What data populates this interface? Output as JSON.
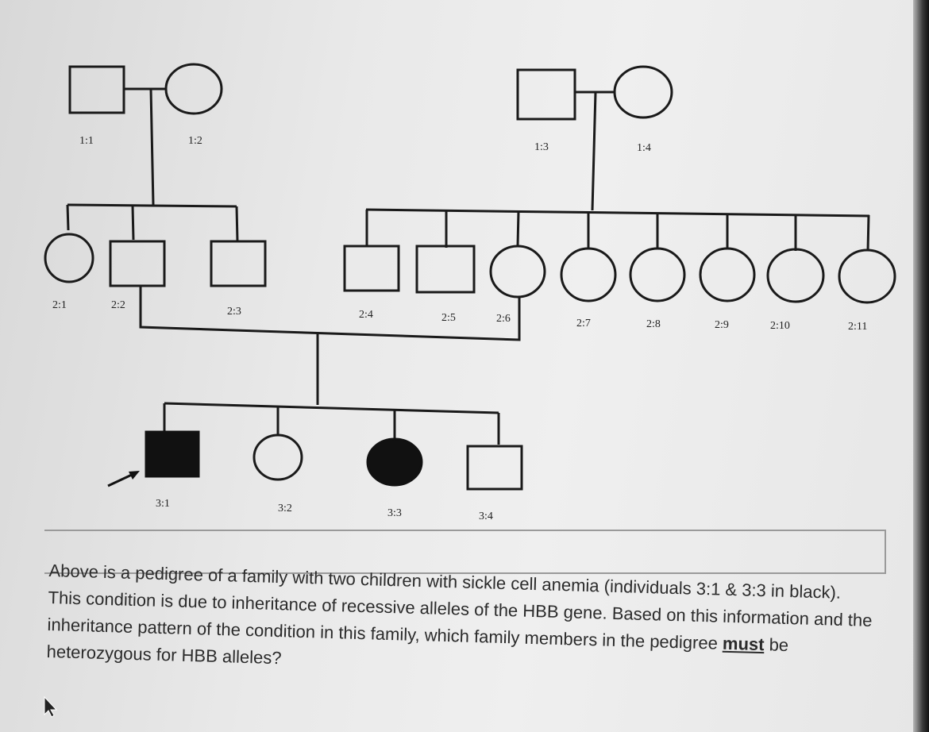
{
  "pedigree": {
    "labels": {
      "i11": "1:1",
      "i12": "1:2",
      "i13": "1:3",
      "i14": "1:4",
      "i21": "2:1",
      "i22": "2:2",
      "i23": "2:3",
      "i24": "2:4",
      "i25": "2:5",
      "i26": "2:6",
      "i27": "2:7",
      "i28": "2:8",
      "i29": "2:9",
      "i210": "2:10",
      "i211": "2:11",
      "i31": "3:1",
      "i32": "3:2",
      "i33": "3:3",
      "i34": "3:4"
    },
    "affected_color": "#111111"
  },
  "question": {
    "part1": "Above is a pedigree of a family with two children with sickle cell anemia (individuals 3:1 & 3:3 in black). This condition is due to inheritance of recessive alleles of the HBB gene. Based on this information and the inheritance pattern of the condition in this family, which family members in the pedigree ",
    "emphasis": "must",
    "part2": " be heterozygous for HBB alleles?"
  },
  "icons": {
    "cursor": "arrow-cursor-icon",
    "proband": "proband-arrow-icon"
  }
}
